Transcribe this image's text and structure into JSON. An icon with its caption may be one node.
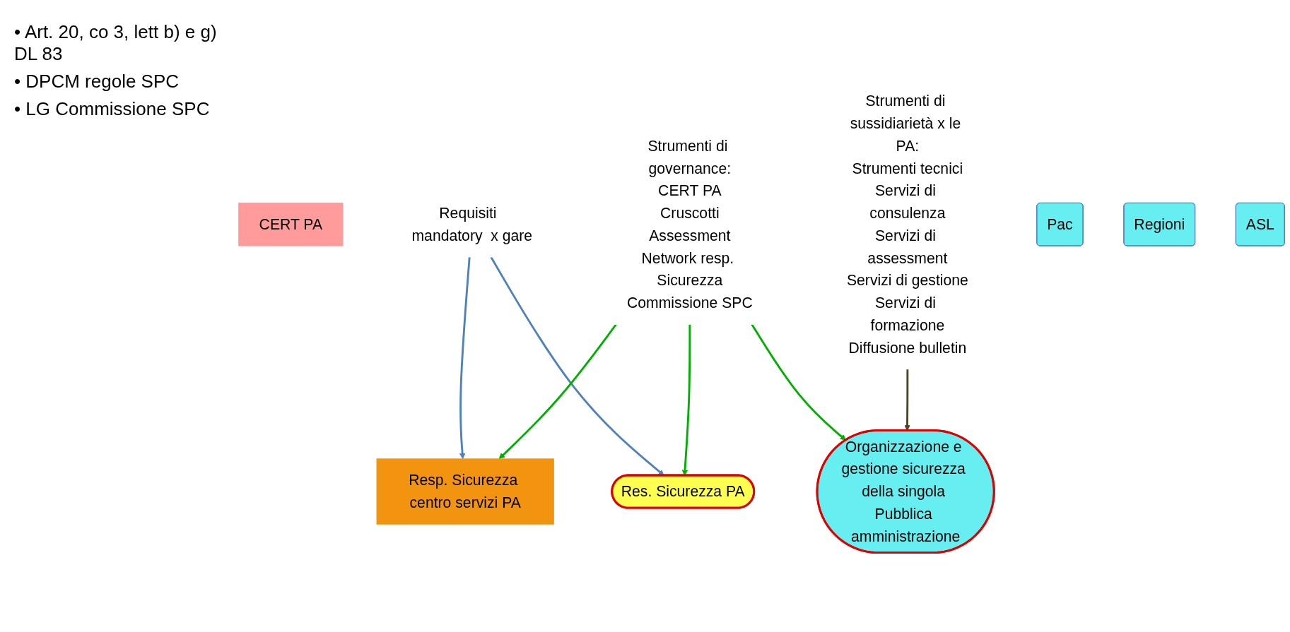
{
  "diagram": {
    "nodes": [
      {
        "text": [
          "CERT PA"
        ]
      },
      {
        "text": [
          "Requisiti  mandatory  x gare"
        ]
      },
      {
        "text": [
          "Strumenti di governance:",
          "CERT PA",
          "Cruscotti",
          "Assessment",
          "Network resp. Sicurezza",
          "Commissione SPC"
        ]
      },
      {
        "text": [
          "Resp. Sicurezza centro servizi PA"
        ]
      },
      {
        "text": [
          "Res. Sicurezza PA"
        ]
      },
      {
        "text": [
          "Organizzazione e gestione sicurezza della singola Pubblica amministrazione"
        ]
      },
      {
        "text": [
          "Strumenti di sussidiarietà x le PA:",
          "Strumenti tecnici",
          "Servizi di consulenza",
          "Servizi di assessment",
          "Servizi di gestione",
          "Servizi di formazione",
          "Diffusione bulletin"
        ]
      },
      {
        "text": [
          "Pac"
        ]
      },
      {
        "text": [
          "Regioni"
        ]
      },
      {
        "text": [
          "ASL"
        ]
      }
    ],
    "edges": [
      {
        "from": 1,
        "to": 3,
        "arrow": "to",
        "color": "#4f81bd"
      },
      {
        "from": 1,
        "to": 4,
        "arrow": "to",
        "color": "#4f81bd"
      },
      {
        "from": 2,
        "to": 3,
        "arrow": "to"
      },
      {
        "from": 2,
        "to": 4,
        "arrow": "to"
      },
      {
        "from": 2,
        "to": 5,
        "arrow": "to"
      },
      {
        "from": 6,
        "to": 5,
        "arrow": "to",
        "color": "#4a452a"
      }
    ],
    "labels": [
      "• Art. 20, co 3, lett b) e g) DL 83",
      "• DPCM regole SPC",
      "• LG Commissione SPC"
    ]
  }
}
